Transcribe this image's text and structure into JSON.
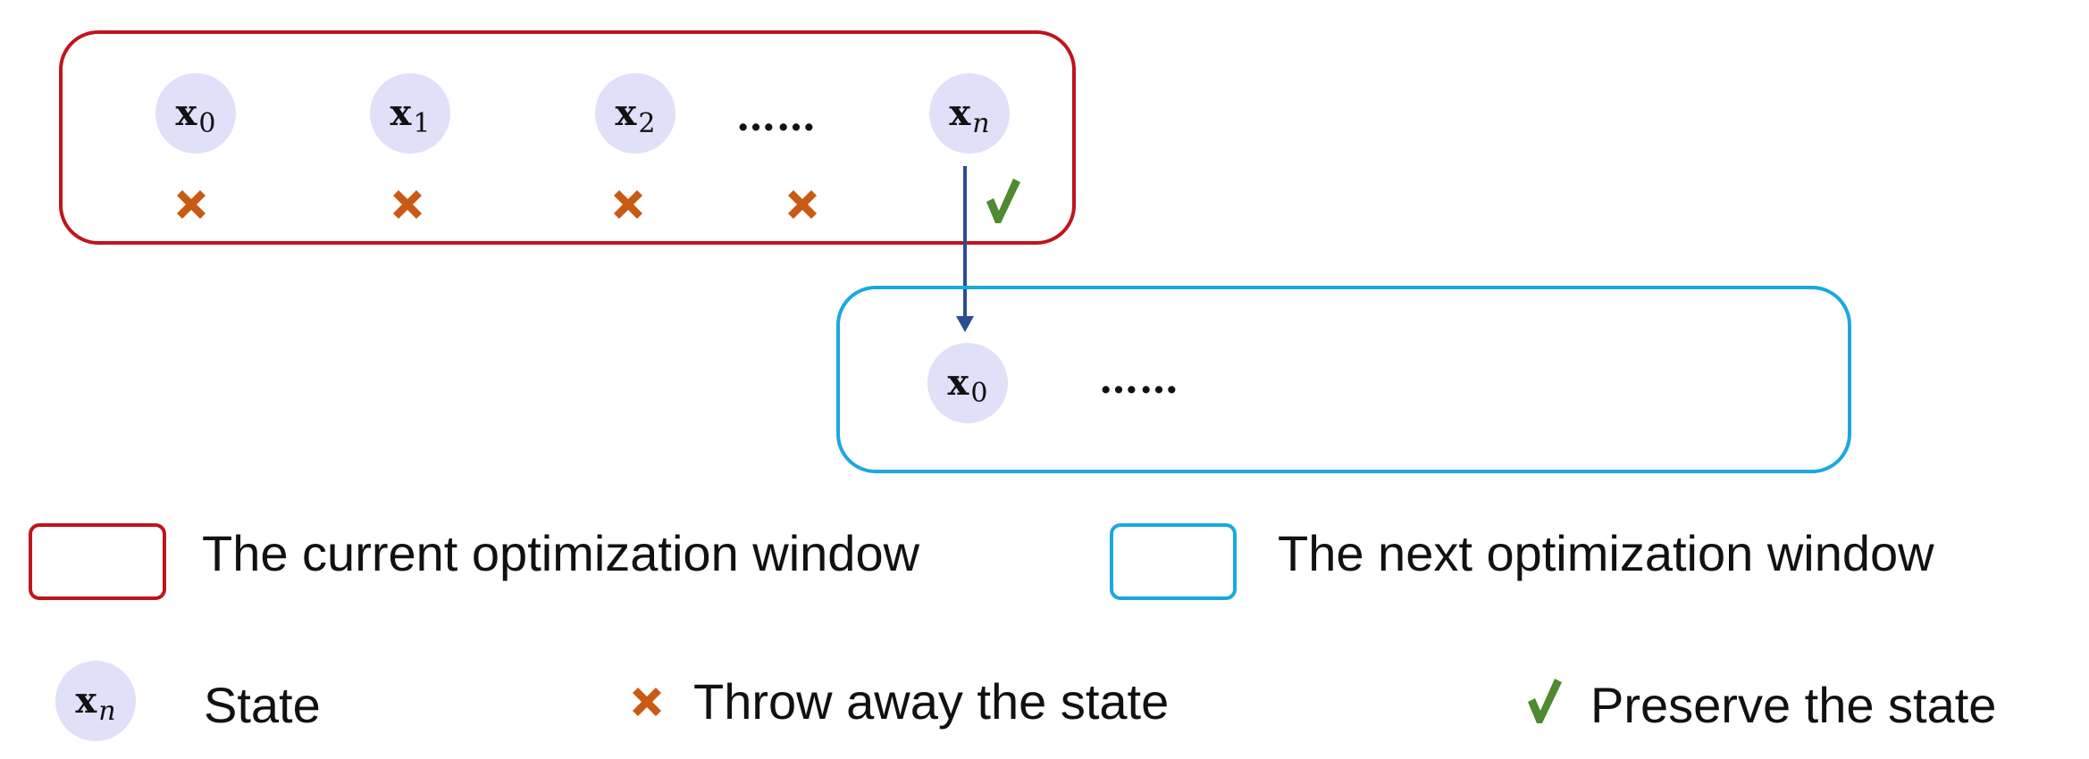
{
  "colors": {
    "current_window": "#c0141c",
    "next_window": "#1aa8e0",
    "state_fill": "#e0e0f8",
    "throw_mark": "#c85a14",
    "keep_mark": "#4d8a30",
    "arrow": "#2a4e92"
  },
  "current_window": {
    "states": [
      {
        "symbol": "x",
        "sub": "0",
        "mark": "throw-icon"
      },
      {
        "symbol": "x",
        "sub": "1",
        "mark": "throw-icon"
      },
      {
        "symbol": "x",
        "sub": "2",
        "mark": "throw-icon"
      },
      {
        "symbol": "x",
        "sub": "n",
        "mark": "keep-icon"
      }
    ],
    "ellipsis": "……",
    "ellipsis_mark": "throw-icon"
  },
  "next_window": {
    "states": [
      {
        "symbol": "x",
        "sub": "0"
      }
    ],
    "ellipsis": "……"
  },
  "legend": {
    "current_window_label": "The current optimization window",
    "next_window_label": "The next optimization window",
    "state_symbol": "x",
    "state_sub": "n",
    "state_label": "State",
    "throw_label": "Throw away the state",
    "keep_label": "Preserve the state"
  }
}
